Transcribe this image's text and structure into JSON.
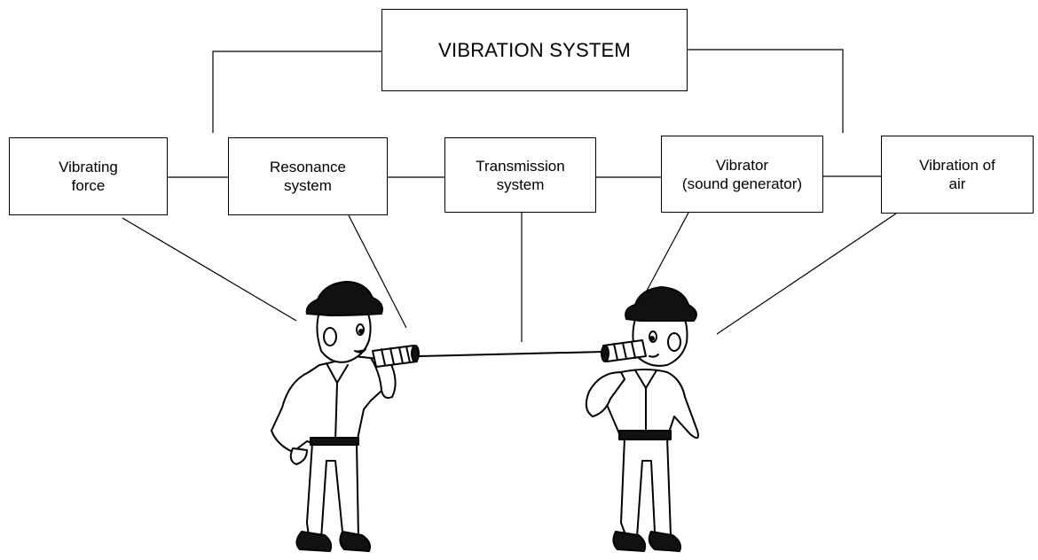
{
  "diagram": {
    "title": "VIBRATION SYSTEM",
    "components": [
      {
        "id": "vibrating-force",
        "label": "Vibrating\nforce"
      },
      {
        "id": "resonance-system",
        "label": "Resonance\nsystem"
      },
      {
        "id": "transmission-system",
        "label": "Transmission\nsystem"
      },
      {
        "id": "vibrator",
        "label": "Vibrator\n(sound generator)"
      },
      {
        "id": "vibration-of-air",
        "label": "Vibration of\nair"
      }
    ]
  },
  "illustration": {
    "figures": [
      "speaker-man",
      "listener-man"
    ],
    "device": "tin-can-telephone",
    "line_color": "#000000"
  }
}
